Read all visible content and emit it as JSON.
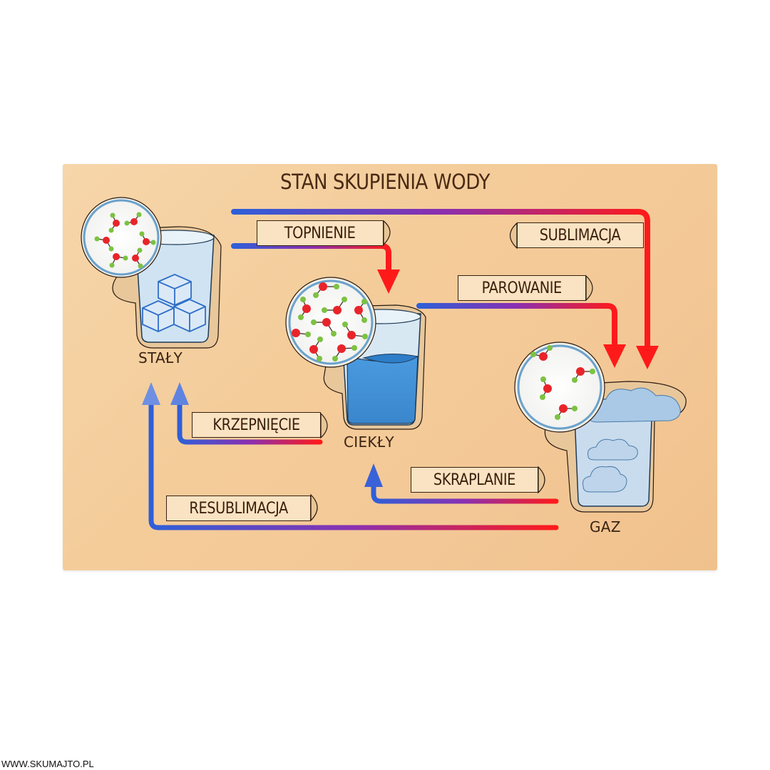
{
  "board": {
    "title": "STAN SKUPIENIA WODY",
    "background_color": "#f4cc9a"
  },
  "states": [
    {
      "id": "solid",
      "label": "STAŁY",
      "illustration": "glass-with-ice-cubes",
      "molecules_shown": 6
    },
    {
      "id": "liquid",
      "label": "CIEKŁY",
      "illustration": "glass-with-water",
      "molecules_shown": 12
    },
    {
      "id": "gas",
      "label": "GAZ",
      "illustration": "glass-with-clouds",
      "molecules_shown": 4
    }
  ],
  "transitions": [
    {
      "id": "topnienie",
      "label": "TOPNIENIE",
      "from": "STAŁY",
      "to": "CIEKŁY"
    },
    {
      "id": "sublimacja",
      "label": "SUBLIMACJA",
      "from": "STAŁY",
      "to": "GAZ"
    },
    {
      "id": "parowanie",
      "label": "PAROWANIE",
      "from": "CIEKŁY",
      "to": "GAZ"
    },
    {
      "id": "krzepniecie",
      "label": "KRZEPNIĘCIE",
      "from": "CIEKŁY",
      "to": "STAŁY"
    },
    {
      "id": "skraplanie",
      "label": "SKRAPLANIE",
      "from": "GAZ",
      "to": "CIEKŁY"
    },
    {
      "id": "resublimacja",
      "label": "RESUBLIMACJA",
      "from": "GAZ",
      "to": "STAŁY"
    }
  ],
  "colors": {
    "cold": "#2f5fd8",
    "hot": "#ff1a1a",
    "water": "#3d8fd6",
    "glass": "#cfe3f2",
    "oxygen_atom": "#e8242a",
    "hydrogen_atom": "#7cc242",
    "engraving": "#3a1e0c"
  },
  "watermark": "WWW.SKUMAJTO.PL"
}
